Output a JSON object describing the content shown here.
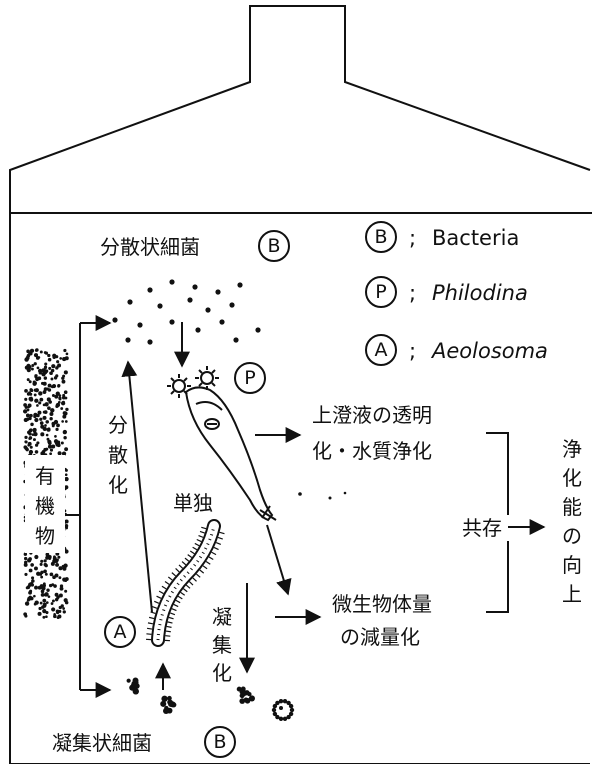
{
  "legend": [
    {
      "letter": "B",
      "sep": ";",
      "name": "Bacteria",
      "italic": false
    },
    {
      "letter": "P",
      "sep": ";",
      "name": "Philodina",
      "italic": true
    },
    {
      "letter": "A",
      "sep": ";",
      "name": "Aeolosoma",
      "italic": true
    }
  ],
  "labels": {
    "dispersed_bacteria": "分散状細菌",
    "dispersed_bacteria_marker": "B",
    "flocculated_bacteria": "凝集状細菌",
    "flocculated_bacteria_marker": "B",
    "philodina_marker": "P",
    "aeolosoma_marker": "A",
    "organic_matter": [
      "有",
      "機",
      "物"
    ],
    "dispersion": [
      "分",
      "散",
      "化"
    ],
    "solitary": "単独",
    "flocculation": [
      "凝",
      "集",
      "化"
    ],
    "supernatant_line1": "上澄液の透明",
    "supernatant_line2": "化・水質浄化",
    "coexistence": "共存",
    "biomass_line1": "微生物体量",
    "biomass_line2": "の減量化",
    "purification": [
      "浄",
      "化",
      "能",
      "の",
      "向",
      "上"
    ]
  }
}
